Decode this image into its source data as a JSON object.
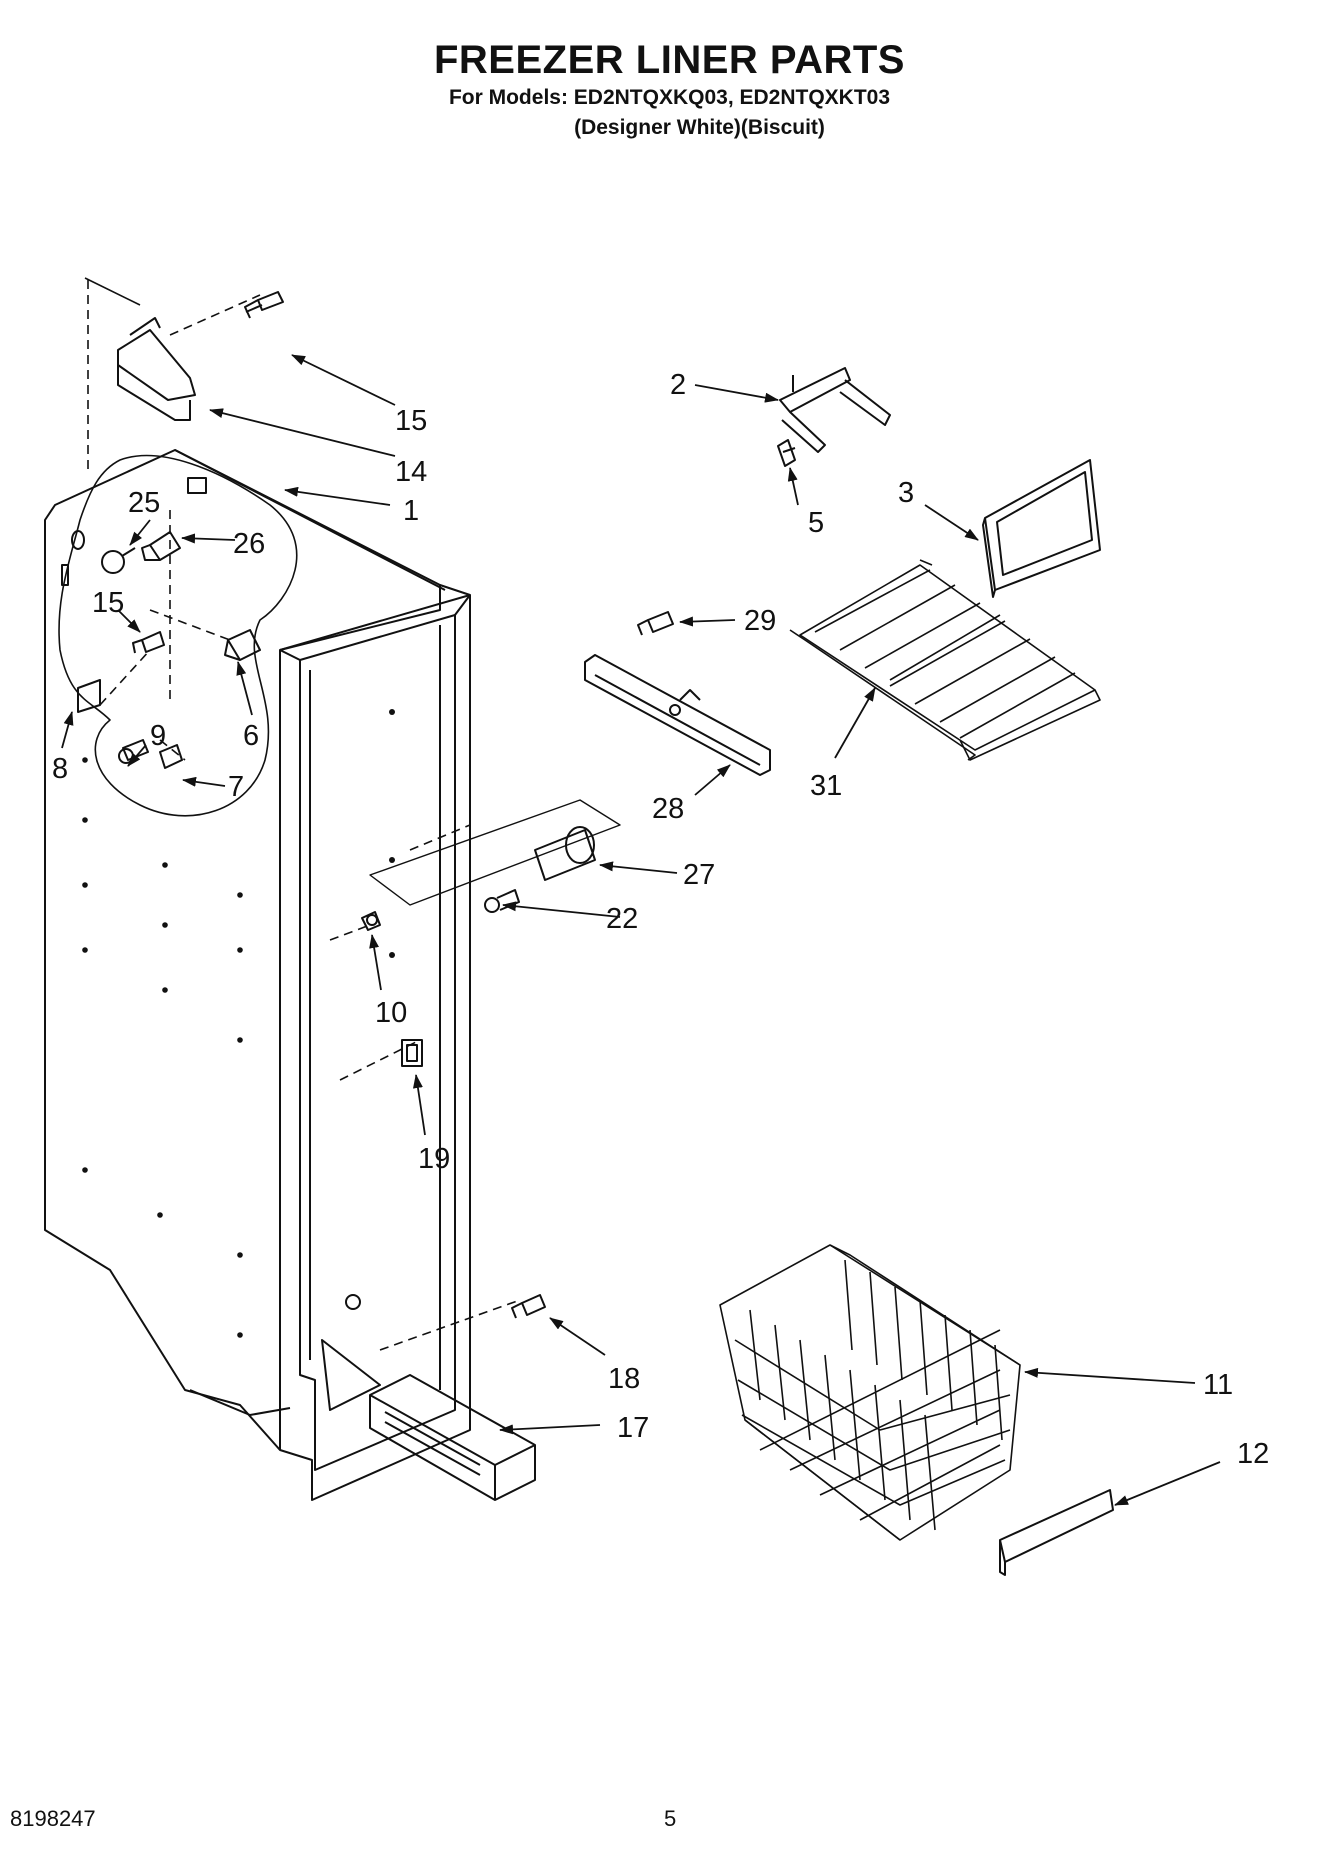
{
  "header": {
    "title": "FREEZER LINER PARTS",
    "models_line": "For Models: ED2NTQXKQ03, ED2NTQXKT03",
    "colors_line": "(Designer White)(Biscuit)"
  },
  "footer": {
    "doc_number": "8198247",
    "page_number": "5"
  },
  "callouts": [
    {
      "id": "c15a",
      "label": "15"
    },
    {
      "id": "c14",
      "label": "14"
    },
    {
      "id": "c1",
      "label": "1"
    },
    {
      "id": "c25",
      "label": "25"
    },
    {
      "id": "c26",
      "label": "26"
    },
    {
      "id": "c15b",
      "label": "15"
    },
    {
      "id": "c6",
      "label": "6"
    },
    {
      "id": "c9",
      "label": "9"
    },
    {
      "id": "c8",
      "label": "8"
    },
    {
      "id": "c7",
      "label": "7"
    },
    {
      "id": "c2",
      "label": "2"
    },
    {
      "id": "c5",
      "label": "5"
    },
    {
      "id": "c3",
      "label": "3"
    },
    {
      "id": "c29",
      "label": "29"
    },
    {
      "id": "c31",
      "label": "31"
    },
    {
      "id": "c28",
      "label": "28"
    },
    {
      "id": "c27",
      "label": "27"
    },
    {
      "id": "c22",
      "label": "22"
    },
    {
      "id": "c10",
      "label": "10"
    },
    {
      "id": "c19",
      "label": "19"
    },
    {
      "id": "c18",
      "label": "18"
    },
    {
      "id": "c17",
      "label": "17"
    },
    {
      "id": "c11",
      "label": "11"
    },
    {
      "id": "c12",
      "label": "12"
    }
  ]
}
